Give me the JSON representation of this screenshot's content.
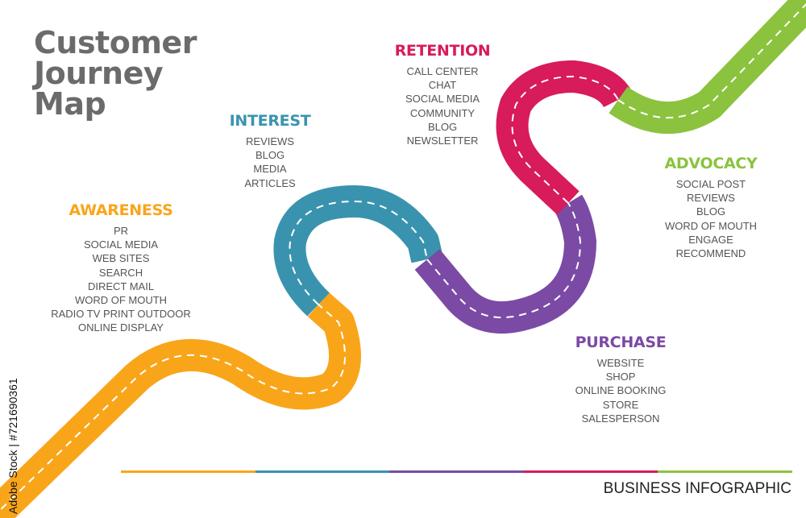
{
  "title": {
    "line1": "Customer",
    "line2": "Journey",
    "line3": "Map"
  },
  "stages": [
    {
      "key": "awareness",
      "title": "AWARENESS",
      "color": "#F9A51A",
      "items": [
        "PR",
        "SOCIAL MEDIA",
        "WEB SITES",
        "SEARCH",
        "DIRECT MAIL",
        "WORD OF MOUTH",
        "RADIO TV PRINT OUTDOOR",
        "ONLINE DISPLAY"
      ]
    },
    {
      "key": "interest",
      "title": "INTEREST",
      "color": "#3A93AE",
      "items": [
        "REVIEWS",
        "BLOG",
        "MEDIA",
        "ARTICLES"
      ]
    },
    {
      "key": "retention",
      "title": "RETENTION",
      "color": "#D81B5A",
      "items": [
        "CALL CENTER",
        "CHAT",
        "SOCIAL MEDIA",
        "COMMUNITY",
        "BLOG",
        "NEWSLETTER"
      ]
    },
    {
      "key": "advocacy",
      "title": "ADVOCACY",
      "color": "#8BC33F",
      "items": [
        "SOCIAL POST",
        "REVIEWS",
        "BLOG",
        "WORD OF MOUTH",
        "ENGAGE",
        "RECOMMEND"
      ]
    },
    {
      "key": "purchase",
      "title": "PURCHASE",
      "color": "#7B4AA4",
      "items": [
        "WEBSITE",
        "SHOP",
        "ONLINE BOOKING",
        "STORE",
        "SALESPERSON"
      ]
    }
  ],
  "road": {
    "segment_order": [
      "awareness",
      "interest",
      "purchase",
      "retention",
      "advocacy"
    ],
    "dash_color": "#ffffff"
  },
  "footer": {
    "label": "BUSINESS INFOGRAPHIC",
    "line_colors": [
      "#F9A51A",
      "#3A93AE",
      "#7B4AA4",
      "#D81B5A",
      "#8BC33F"
    ]
  },
  "stock_id": "Adobe Stock | #721690361"
}
